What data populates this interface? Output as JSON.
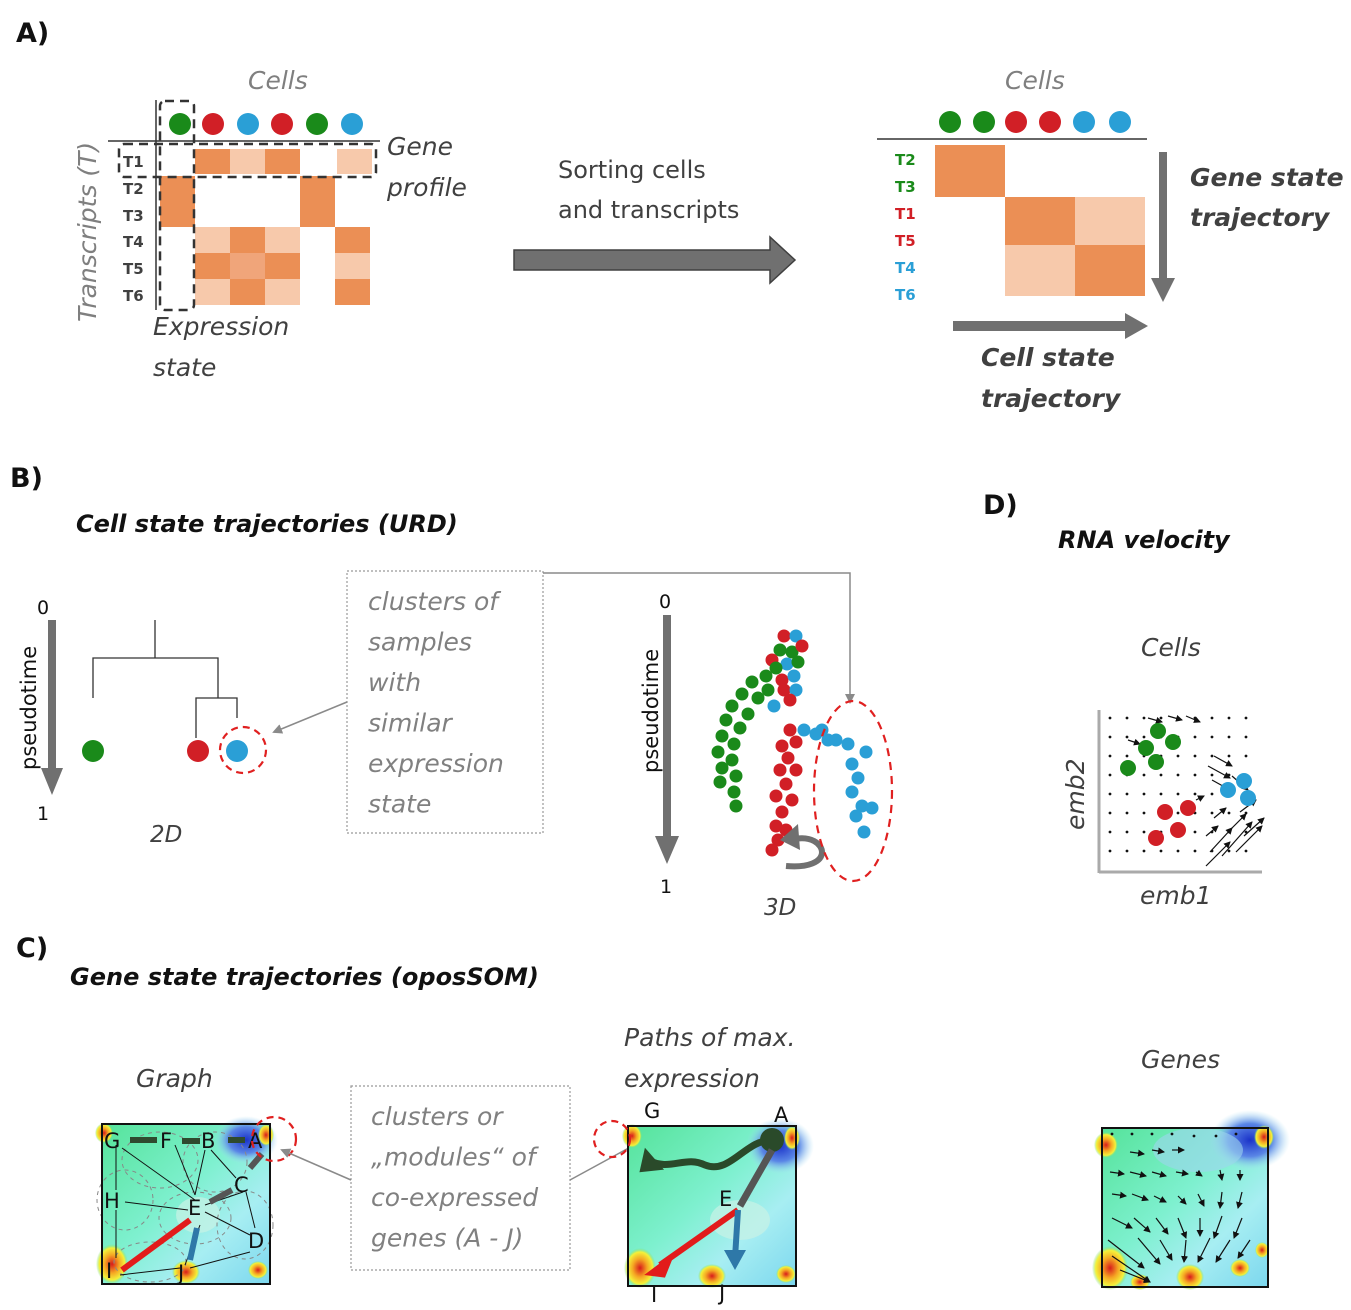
{
  "panels": {
    "A": "A)",
    "B": "B)",
    "C": "C)",
    "D": "D)"
  },
  "panel_a": {
    "left_matrix": {
      "cells_label": "Cells",
      "transcripts_label": "Transcripts (T)",
      "cell_colors": [
        "#1a8a1a",
        "#d11f26",
        "#2a9fd6",
        "#d11f26",
        "#1a8a1a",
        "#2a9fd6"
      ],
      "rows": [
        "T1",
        "T2",
        "T3",
        "T4",
        "T5",
        "T6"
      ],
      "gene_profile_label": [
        "Gene",
        "profile"
      ],
      "expression_state_label": [
        "Expression",
        "state"
      ]
    },
    "arrow_label": [
      "Sorting cells",
      "and transcripts"
    ],
    "right_matrix": {
      "cells_label": "Cells",
      "cell_colors": [
        "#1a8a1a",
        "#1a8a1a",
        "#d11f26",
        "#d11f26",
        "#2a9fd6",
        "#2a9fd6"
      ],
      "rows": [
        {
          "label": "T2",
          "color": "#1a8a1a"
        },
        {
          "label": "T3",
          "color": "#1a8a1a"
        },
        {
          "label": "T1",
          "color": "#d11f26"
        },
        {
          "label": "T5",
          "color": "#d11f26"
        },
        {
          "label": "T4",
          "color": "#2a9fd6"
        },
        {
          "label": "T6",
          "color": "#2a9fd6"
        }
      ],
      "gene_trajectory_label": [
        "Gene state",
        "trajectory"
      ],
      "cell_trajectory_label": [
        "Cell state",
        "trajectory"
      ]
    }
  },
  "panel_b": {
    "title": "Cell state trajectories (URD)",
    "left": {
      "axis_label": "pseudotime",
      "start": "0",
      "end": "1",
      "dim_label": "2D"
    },
    "note": [
      "clusters of",
      "samples",
      "with",
      "similar",
      "expression",
      "state"
    ],
    "right": {
      "axis_label": "pseudotime",
      "start": "0",
      "end": "1",
      "dim_label": "3D"
    }
  },
  "panel_c": {
    "title": "Gene state trajectories (oposSOM)",
    "graph_label": "Graph",
    "nodes": [
      "G",
      "F",
      "B",
      "A",
      "C",
      "H",
      "E",
      "D",
      "I",
      "J"
    ],
    "note": [
      "clusters or",
      "„modules“ of",
      "co-expressed",
      "genes (A - J)"
    ],
    "paths_label": [
      "Paths of max.",
      "expression"
    ],
    "path_nodes": [
      "G",
      "A",
      "E",
      "I",
      "J"
    ]
  },
  "panel_d": {
    "title": "RNA velocity",
    "cells_label": "Cells",
    "xlabel": "emb1",
    "ylabel": "emb2",
    "genes_label": "Genes"
  },
  "colors": {
    "green": "#1a8a1a",
    "red": "#d11f26",
    "blue": "#2a9fd6",
    "orange": "#eb8f55",
    "light_orange": "#f7c9ab",
    "gray_arrow": "#707070"
  }
}
